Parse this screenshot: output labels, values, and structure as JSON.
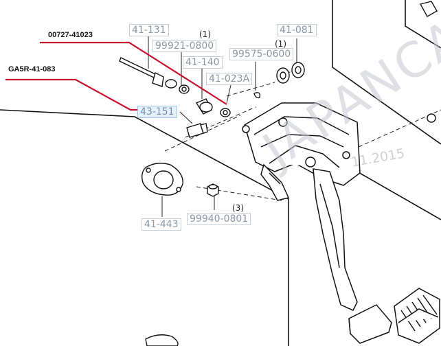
{
  "callouts": {
    "top": "00727-41023",
    "left": "GA5R-41-083"
  },
  "parts": {
    "p41131": "41-131",
    "p99921": "99921-0800",
    "p41140": "41-140",
    "p41023a": "41-023A",
    "p99575": "99575-0600",
    "p41081": "41-081",
    "p43151": "43-151",
    "p41443": "41-443",
    "p99940": "99940-0801"
  },
  "quantities": {
    "q1a": "(1)",
    "q1b": "(1)",
    "q3": "(3)"
  },
  "watermark": {
    "text": "JAPANCA",
    "date": "11.2015"
  },
  "colors": {
    "callout_line": "#c8102e",
    "part_label": "#8b97a6",
    "highlight_fill": "#e7f1fb",
    "highlight_border": "#9ec3e6",
    "drawing": "#111111"
  }
}
